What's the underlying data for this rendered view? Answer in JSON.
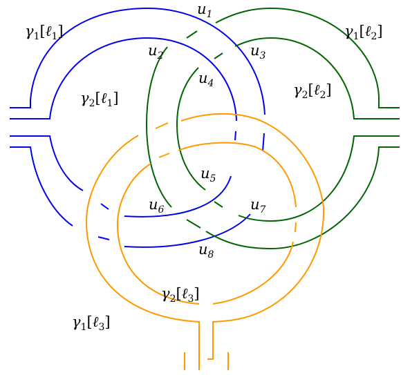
{
  "colors": {
    "loop1": "#0000ee",
    "loop2": "#006400",
    "loop3": "#ff9900",
    "text": "#000000"
  },
  "labels": {
    "u1": {
      "base": "u",
      "sub": "1"
    },
    "u2": {
      "base": "u",
      "sub": "2"
    },
    "u3": {
      "base": "u",
      "sub": "3"
    },
    "u4": {
      "base": "u",
      "sub": "4"
    },
    "u5": {
      "base": "u",
      "sub": "5"
    },
    "u6": {
      "base": "u",
      "sub": "6"
    },
    "u7": {
      "base": "u",
      "sub": "7"
    },
    "u8": {
      "base": "u",
      "sub": "8"
    },
    "g1l1": {
      "gamma": "γ",
      "gsub": "1",
      "ell": "ℓ",
      "lsub": "1"
    },
    "g2l1": {
      "gamma": "γ",
      "gsub": "2",
      "ell": "ℓ",
      "lsub": "1"
    },
    "g1l2": {
      "gamma": "γ",
      "gsub": "1",
      "ell": "ℓ",
      "lsub": "2"
    },
    "g2l2": {
      "gamma": "γ",
      "gsub": "2",
      "ell": "ℓ",
      "lsub": "2"
    },
    "g1l3": {
      "gamma": "γ",
      "gsub": "1",
      "ell": "ℓ",
      "lsub": "3"
    },
    "g2l3": {
      "gamma": "γ",
      "gsub": "2",
      "ell": "ℓ",
      "lsub": "3"
    }
  }
}
